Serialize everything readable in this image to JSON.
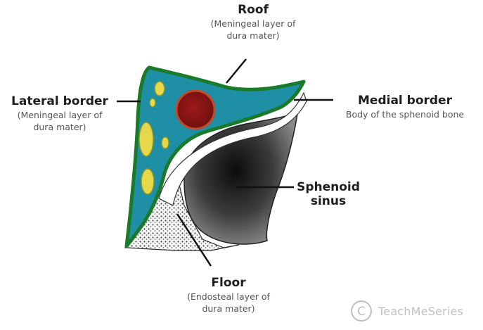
{
  "labels": {
    "roof": {
      "title": "Roof",
      "sub_line1": "(Meningeal layer of",
      "sub_line2": "dura mater)"
    },
    "lateral_border": {
      "title": "Lateral border",
      "sub_line1": "(Meningeal layer of",
      "sub_line2": "dura mater)"
    },
    "medial_border": {
      "title": "Medial border",
      "sub_line1": "Body of the sphenoid bone"
    },
    "sphenoid_sinus": {
      "title_line1": "Sphenoid",
      "title_line2": "sinus"
    },
    "floor": {
      "title": "Floor",
      "sub_line1": "(Endosteal layer of",
      "sub_line2": "dura mater)"
    }
  },
  "watermark": {
    "text": "TeachMeSeries",
    "mark": "C"
  },
  "colors": {
    "sinus_fill": "#1f8fa6",
    "sinus_outline": "#1a7a2a",
    "artery": "#8b1414",
    "nerves": "#e6d84a",
    "bone": "#3a3a3a",
    "leader_lines": "#111111"
  }
}
